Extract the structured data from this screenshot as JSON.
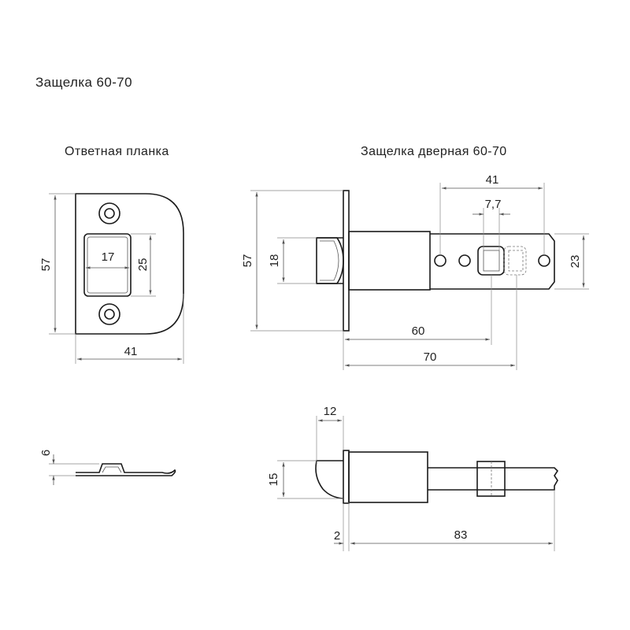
{
  "title": "Защелка 60-70",
  "views": {
    "strike_plate": {
      "label": "Ответная планка",
      "dim_height": "57",
      "dim_width": "41",
      "dim_slot_width": "17",
      "dim_slot_height": "25",
      "dim_thickness": "6"
    },
    "latch": {
      "label": "Защелка дверная 60-70",
      "dim_faceplate_height": "57",
      "dim_bolt_height": "18",
      "dim_tail_span": "41",
      "dim_square": "7,7",
      "dim_tail_height": "23",
      "dim_backset_60": "60",
      "dim_backset_70": "70",
      "dim_bolt_projection": "12",
      "dim_bolt_side_height": "15",
      "dim_flange": "2",
      "dim_total_length": "83"
    }
  }
}
